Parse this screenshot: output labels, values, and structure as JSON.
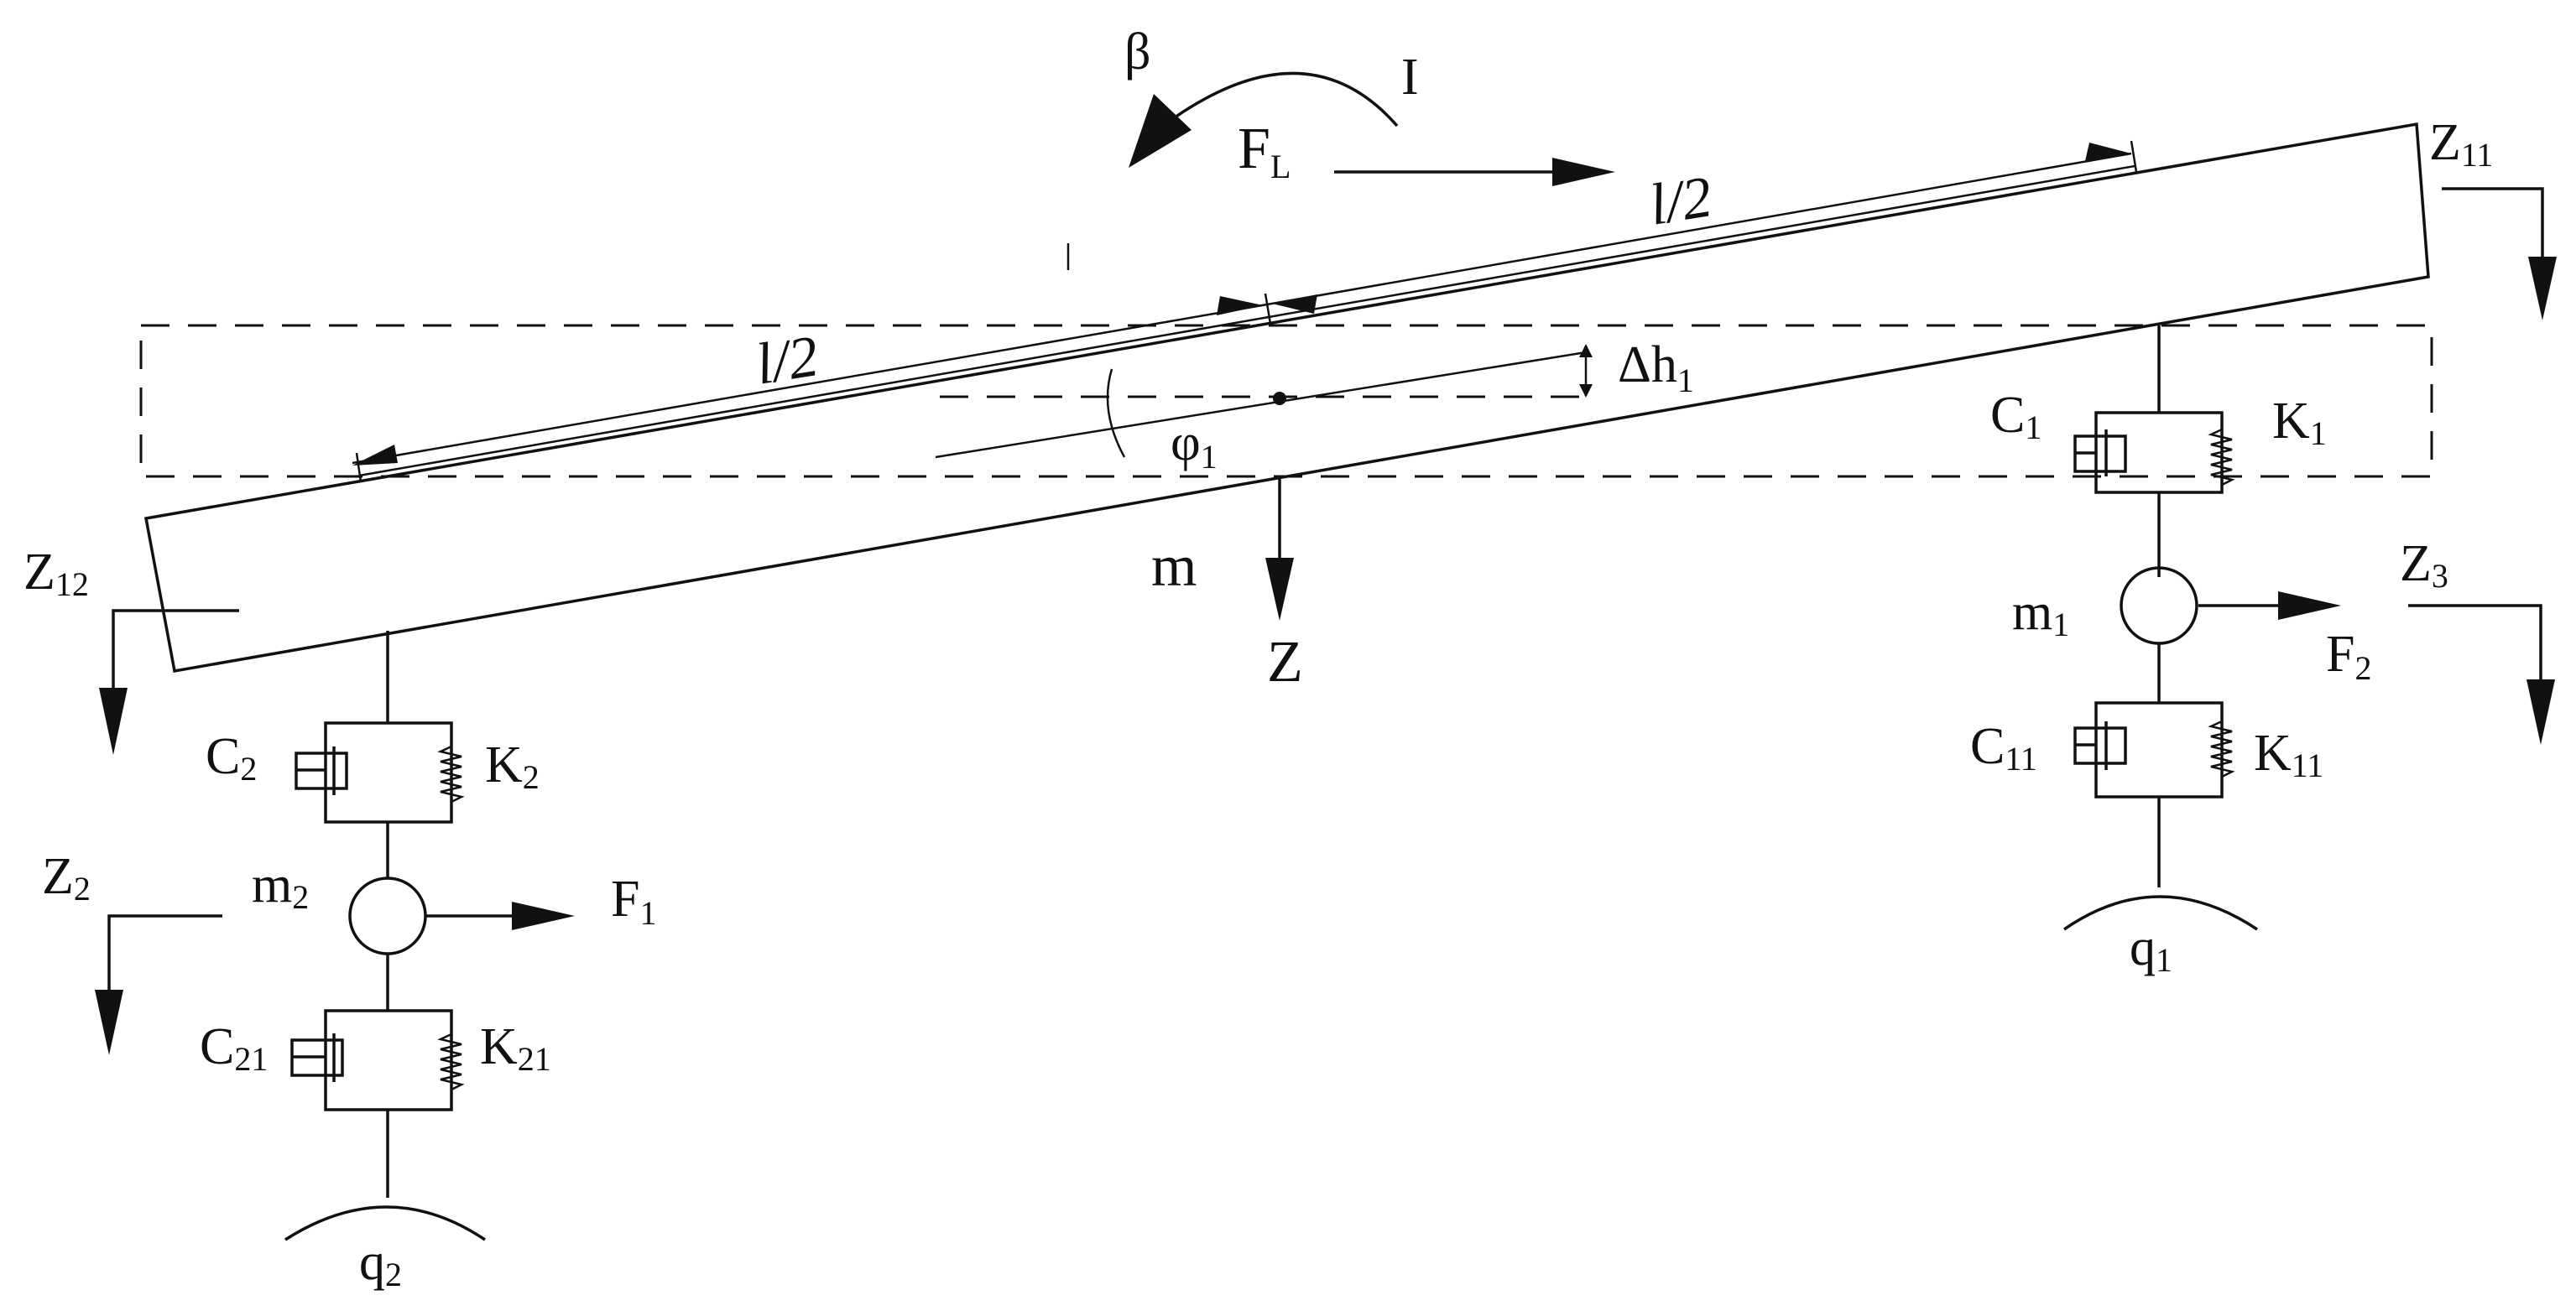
{
  "labels": {
    "beta": "β",
    "I": "I",
    "FL": {
      "main": "F",
      "sub": "L"
    },
    "l2_upper": "l/2",
    "l2_lower": "l/2",
    "Z11": {
      "main": "Z",
      "sub": "11"
    },
    "delta_h1": {
      "main": "Δh",
      "sub": "1"
    },
    "phi1": {
      "main": "φ",
      "sub": "1"
    },
    "C1": {
      "main": "C",
      "sub": "1"
    },
    "K1": {
      "main": "K",
      "sub": "1"
    },
    "Z12": {
      "main": "Z",
      "sub": "12"
    },
    "m": "m",
    "Z": "Z",
    "m1": {
      "main": "m",
      "sub": "1"
    },
    "Z3": {
      "main": "Z",
      "sub": "3"
    },
    "F2": {
      "main": "F",
      "sub": "2"
    },
    "C2": {
      "main": "C",
      "sub": "2"
    },
    "K2": {
      "main": "K",
      "sub": "2"
    },
    "C11": {
      "main": "C",
      "sub": "11"
    },
    "K11": {
      "main": "K",
      "sub": "11"
    },
    "Z2": {
      "main": "Z",
      "sub": "2"
    },
    "m2": {
      "main": "m",
      "sub": "2"
    },
    "F1": {
      "main": "F",
      "sub": "1"
    },
    "C21": {
      "main": "C",
      "sub": "21"
    },
    "K21": {
      "main": "K",
      "sub": "21"
    },
    "q1": {
      "main": "q",
      "sub": "1"
    },
    "q2": {
      "main": "q",
      "sub": "2"
    }
  }
}
